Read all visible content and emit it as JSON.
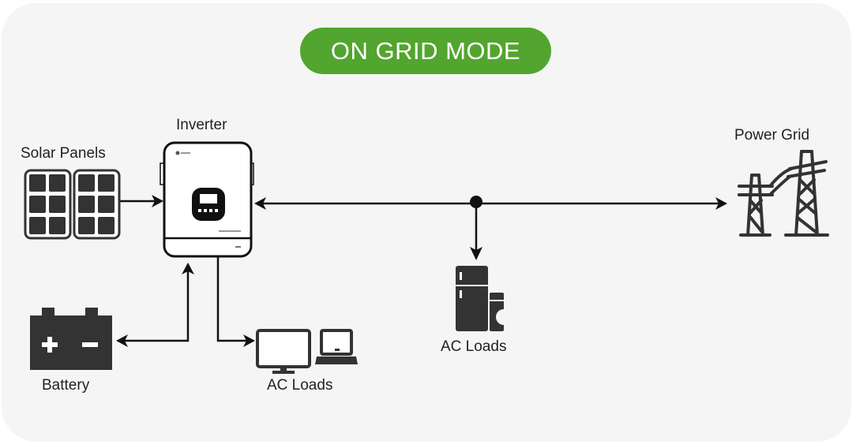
{
  "mode_badge": {
    "label": "ON GRID MODE",
    "color": "#52a52e"
  },
  "nodes": {
    "solar_panels": {
      "label": "Solar Panels",
      "icon": "solar-panel-icon"
    },
    "inverter": {
      "label": "Inverter",
      "icon": "inverter-icon"
    },
    "power_grid": {
      "label": "Power Grid",
      "icon": "transmission-tower-icon"
    },
    "battery": {
      "label": "Battery",
      "icon": "battery-icon"
    },
    "ac_loads_local": {
      "label": "AC Loads",
      "icons": [
        "monitor-icon",
        "laptop-icon"
      ]
    },
    "ac_loads_grid": {
      "label": "AC Loads",
      "icons": [
        "refrigerator-icon",
        "washing-machine-icon"
      ]
    }
  },
  "connections": [
    {
      "from": "solar_panels",
      "to": "inverter",
      "direction": "one-way"
    },
    {
      "from": "inverter",
      "to": "power_grid",
      "direction": "two-way"
    },
    {
      "from": "grid_line_junction",
      "to": "ac_loads_grid",
      "direction": "one-way"
    },
    {
      "from": "inverter",
      "to": "battery",
      "direction": "two-way"
    },
    {
      "from": "inverter",
      "to": "ac_loads_local",
      "direction": "one-way"
    }
  ],
  "colors": {
    "background": "#f5f5f5",
    "icon": "#333333",
    "line": "#111111"
  }
}
